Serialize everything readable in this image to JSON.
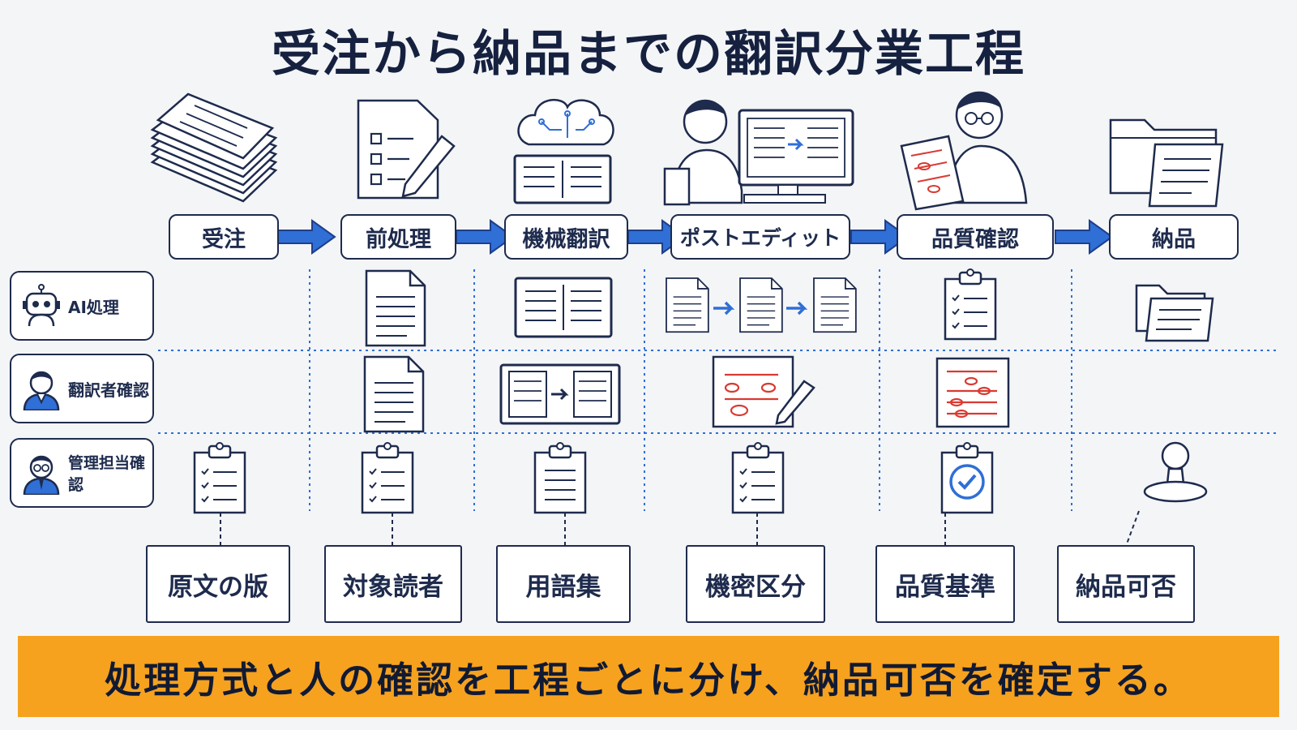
{
  "title": "受注から納品までの翻訳分業工程",
  "stages": [
    "受注",
    "前処理",
    "機械翻訳",
    "ポストエディット",
    "品質確認",
    "納品"
  ],
  "roles": [
    "AI処理",
    "翻訳者確認",
    "管理担当確認"
  ],
  "checkpoints": [
    "原文の版",
    "対象読者",
    "用語集",
    "機密区分",
    "品質基準",
    "納品可否"
  ],
  "banner": "処理方式と人の確認を工程ごとに分け、納品可否を確定する。",
  "colors": {
    "ink": "#1e2b4d",
    "accent_blue": "#2f6fd6",
    "banner": "#f6a21e",
    "red_mark": "#d93a32"
  }
}
